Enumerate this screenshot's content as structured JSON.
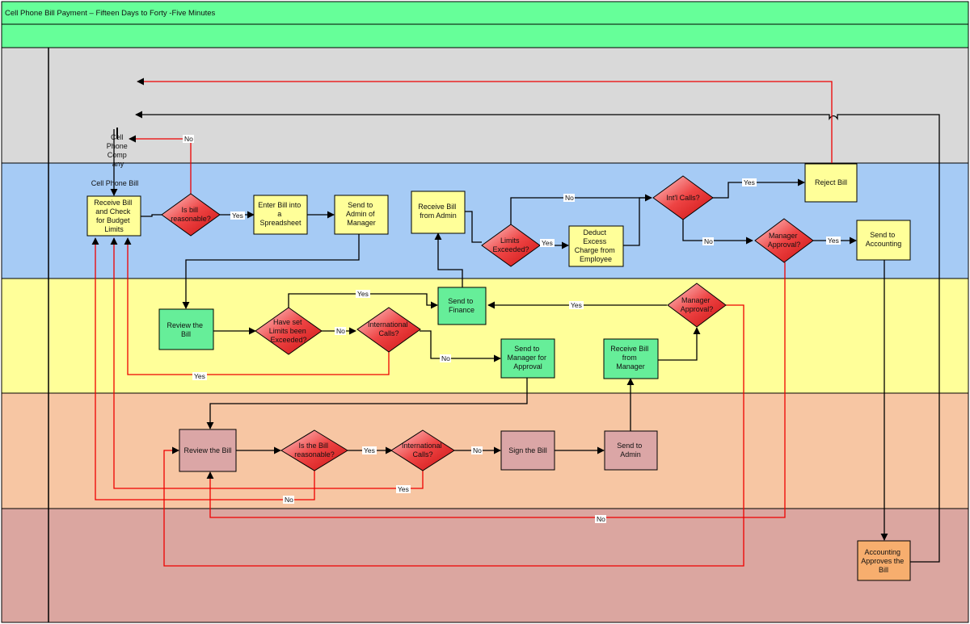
{
  "title": "Cell Phone Bill Payment  – Fifteen Days to Forty  -Five Minutes",
  "colors": {
    "header": "#66ff99",
    "lane1": "#d9d9d9",
    "lane2": "#a6cbf5",
    "lane3": "#ffff99",
    "lane4": "#f7c6a3",
    "lane5": "#dba6a0",
    "yellow_box": "#ffff99",
    "green_box": "#66ee99",
    "pink_box": "#dba6a6",
    "orange_box": "#f7ae6e",
    "diamond": "#ee3333",
    "red_line": "#ee0000",
    "black_line": "#000000"
  },
  "nodes": {
    "cell_phone_company": {
      "lines": [
        "Cell",
        "Phone",
        "Comp",
        "any"
      ]
    },
    "cell_phone_bill": {
      "lines": [
        "Cell Phone Bill"
      ]
    },
    "receive_bill_check": {
      "lines": [
        "Receive Bill",
        "and Check",
        "for Budget",
        "Limits"
      ]
    },
    "is_bill_reasonable": {
      "lines": [
        "Is bill",
        "reasonable?"
      ]
    },
    "enter_bill": {
      "lines": [
        "Enter Bill into",
        "a",
        "Spreadsheet"
      ]
    },
    "send_admin_manager": {
      "lines": [
        "Send to",
        "Admin of",
        "Manager"
      ]
    },
    "receive_bill_admin": {
      "lines": [
        "Receive Bill",
        "from Admin"
      ]
    },
    "limits_exceeded": {
      "lines": [
        "Limits",
        "Exceeded?"
      ]
    },
    "deduct_excess": {
      "lines": [
        "Deduct",
        "Excess",
        "Charge from",
        "Employee"
      ]
    },
    "intl_calls_top": {
      "lines": [
        "Int'l Calls?"
      ]
    },
    "reject_bill": {
      "lines": [
        "Reject Bill"
      ]
    },
    "manager_approval_top": {
      "lines": [
        "Manager",
        "Approval?"
      ]
    },
    "send_accounting": {
      "lines": [
        "Send to",
        "Accounting"
      ]
    },
    "review_bill_green": {
      "lines": [
        "Review the",
        "Bill"
      ]
    },
    "have_set_limits": {
      "lines": [
        "Have set",
        "Limits been",
        "Exceeded?"
      ]
    },
    "international_calls_mid": {
      "lines": [
        "International",
        "Calls?"
      ]
    },
    "send_finance": {
      "lines": [
        "Send to",
        "Finance"
      ]
    },
    "send_manager_approval": {
      "lines": [
        "Send to",
        "Manager for",
        "Approval"
      ]
    },
    "receive_bill_manager": {
      "lines": [
        "Receive Bill",
        "from",
        "Manager"
      ]
    },
    "manager_approval_mid": {
      "lines": [
        "Manager",
        "Approval?"
      ]
    },
    "review_bill_pink": {
      "lines": [
        "Review the Bill"
      ]
    },
    "is_the_bill_reasonable": {
      "lines": [
        "Is the Bill",
        "reasonable?"
      ]
    },
    "international_calls_low": {
      "lines": [
        "International",
        "Calls?"
      ]
    },
    "sign_bill": {
      "lines": [
        "Sign the Bill"
      ]
    },
    "send_to_admin": {
      "lines": [
        "Send to",
        "Admin"
      ]
    },
    "accounting_approves": {
      "lines": [
        "Accounting",
        "Approves the",
        "Bill"
      ]
    }
  },
  "labels": {
    "no_reasonable": "No",
    "yes_reasonable": "Yes",
    "no_limits_top": "No",
    "yes_limits_top": "Yes",
    "yes_intl_top": "Yes",
    "no_intl_top": "No",
    "yes_mgr_top": "Yes",
    "yes_have_limits": "Yes",
    "no_have_limits": "No",
    "no_intl_mid": "No",
    "yes_intl_mid": "Yes",
    "yes_mgr_mid": "Yes",
    "yes_is_the_bill": "Yes",
    "no_intl_low": "No",
    "yes_intl_low": "Yes",
    "no_is_the_bill": "No",
    "no_mgr_top": "No"
  }
}
